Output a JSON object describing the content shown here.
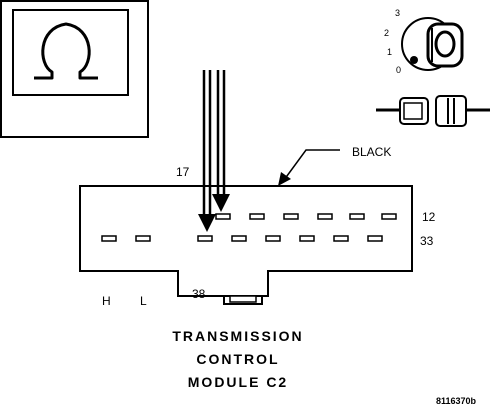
{
  "diagram": {
    "connector_color_label": "BLACK",
    "pin_label_top_left": "17",
    "pin_label_top_right": "12",
    "pin_label_middle_right": "33",
    "pin_label_bottom": "38",
    "key_labels": {
      "h": "H",
      "l": "L"
    },
    "ignition_positions": [
      "3",
      "2",
      "1",
      "0"
    ],
    "title_lines": [
      "TRANSMISSION",
      "CONTROL",
      "MODULE C2"
    ],
    "figure_id": "8116370b"
  }
}
